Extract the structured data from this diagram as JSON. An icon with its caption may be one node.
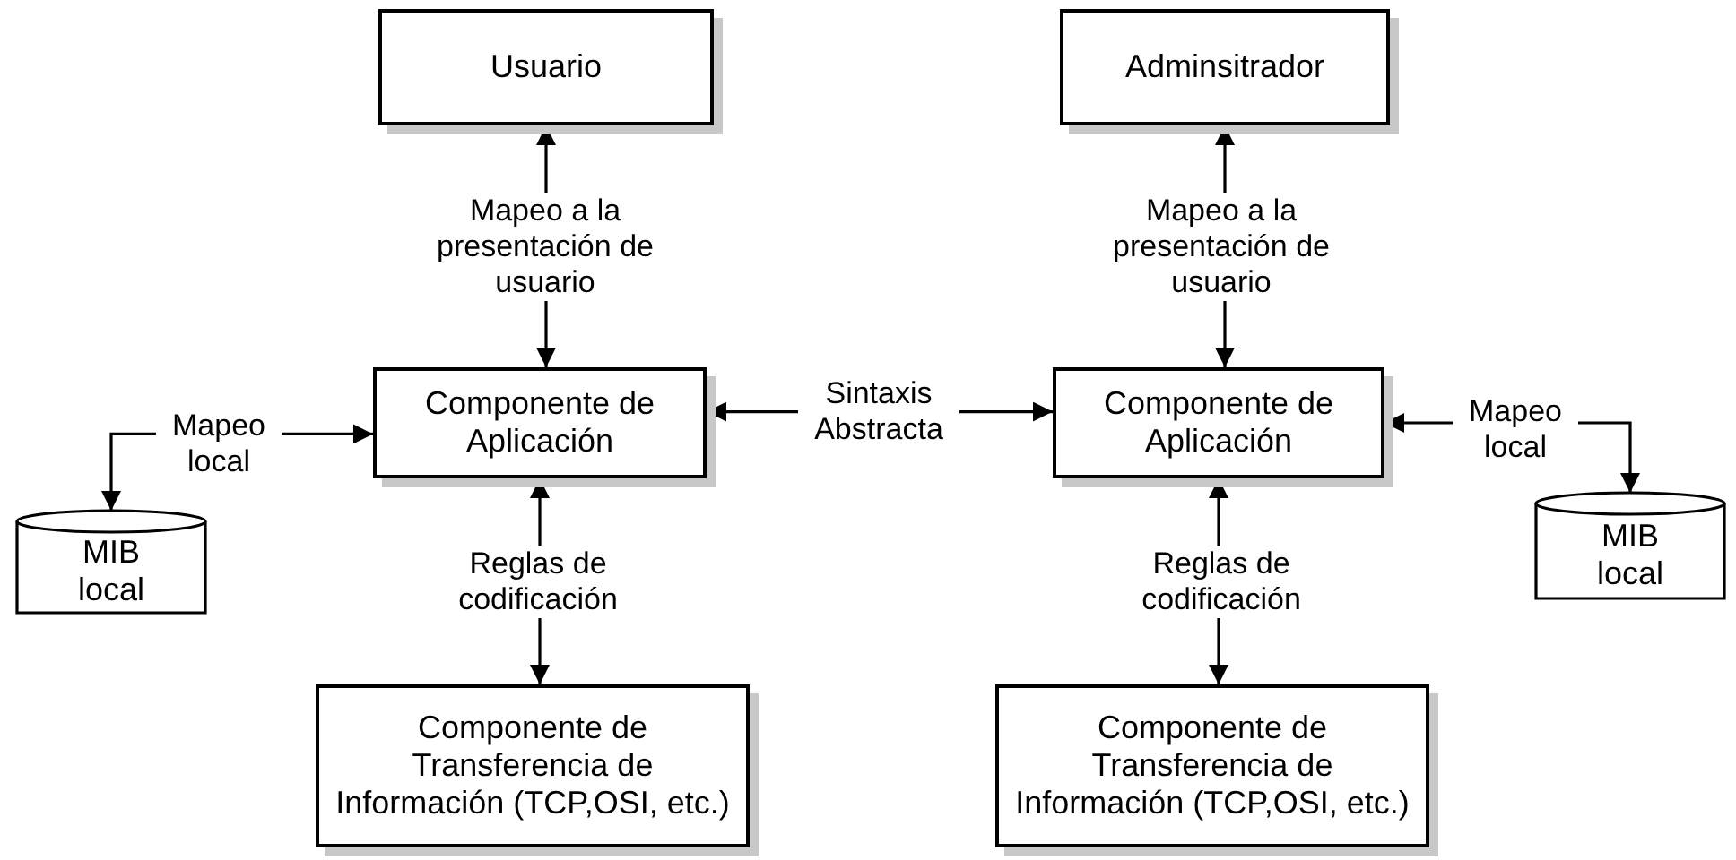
{
  "diagram": {
    "nodes": [
      {
        "text": [
          "Usuario"
        ]
      },
      {
        "text": [
          "Adminsitrador"
        ]
      },
      {
        "text": [
          "Componente de Aplicación"
        ]
      },
      {
        "text": [
          "Componente de Aplicación"
        ]
      },
      {
        "text": [
          "MIB local"
        ]
      },
      {
        "text": [
          "MIB local"
        ]
      },
      {
        "text": [
          "Componente de Transferencia de Información (TCP,OSI, etc.)"
        ]
      },
      {
        "text": [
          "Componente de Transferencia de Información (TCP,OSI, etc.)"
        ]
      }
    ],
    "edges": [
      {
        "from": 0,
        "to": 2,
        "arrow": "both",
        "label": "Mapeo a la presentación de usuario"
      },
      {
        "from": 1,
        "to": 3,
        "arrow": "both",
        "label": "Mapeo a la presentación de usuario"
      },
      {
        "from": 2,
        "to": 4,
        "arrow": "both",
        "label": "Mapeo local"
      },
      {
        "from": 2,
        "to": 3,
        "arrow": "both",
        "label": "Sintaxis Abstracta"
      },
      {
        "from": 3,
        "to": 5,
        "arrow": "both",
        "label": "Mapeo local"
      },
      {
        "from": 2,
        "to": 6,
        "arrow": "both",
        "label": "Reglas de codificación"
      },
      {
        "from": 3,
        "to": 7,
        "arrow": "both",
        "label": "Reglas de codificación"
      }
    ]
  }
}
